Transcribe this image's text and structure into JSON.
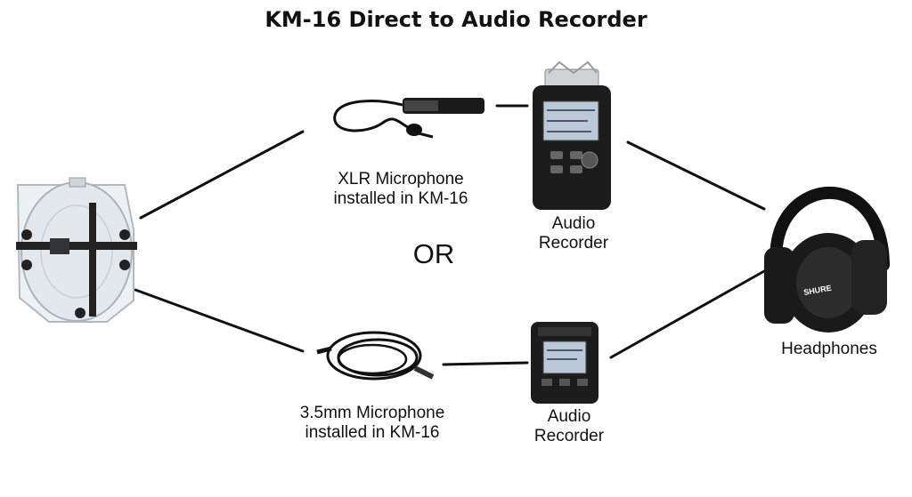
{
  "title": "KM-16 Direct to Audio Recorder",
  "or_text": "OR",
  "xlr_mic": {
    "line1": "XLR Microphone",
    "line2": "installed in KM-16"
  },
  "mic_35": {
    "line1": "3.5mm Microphone",
    "line2": "installed in KM-16"
  },
  "recorder_top": {
    "line1": "Audio",
    "line2": "Recorder"
  },
  "recorder_bottom": {
    "line1": "Audio",
    "line2": "Recorder"
  },
  "headphones": {
    "label": "Headphones",
    "brand": "SHURE"
  },
  "colors": {
    "line": "#111111",
    "device": "#1c1c1c",
    "screen": "#b9c9d8",
    "dish": "#e9ecef"
  }
}
